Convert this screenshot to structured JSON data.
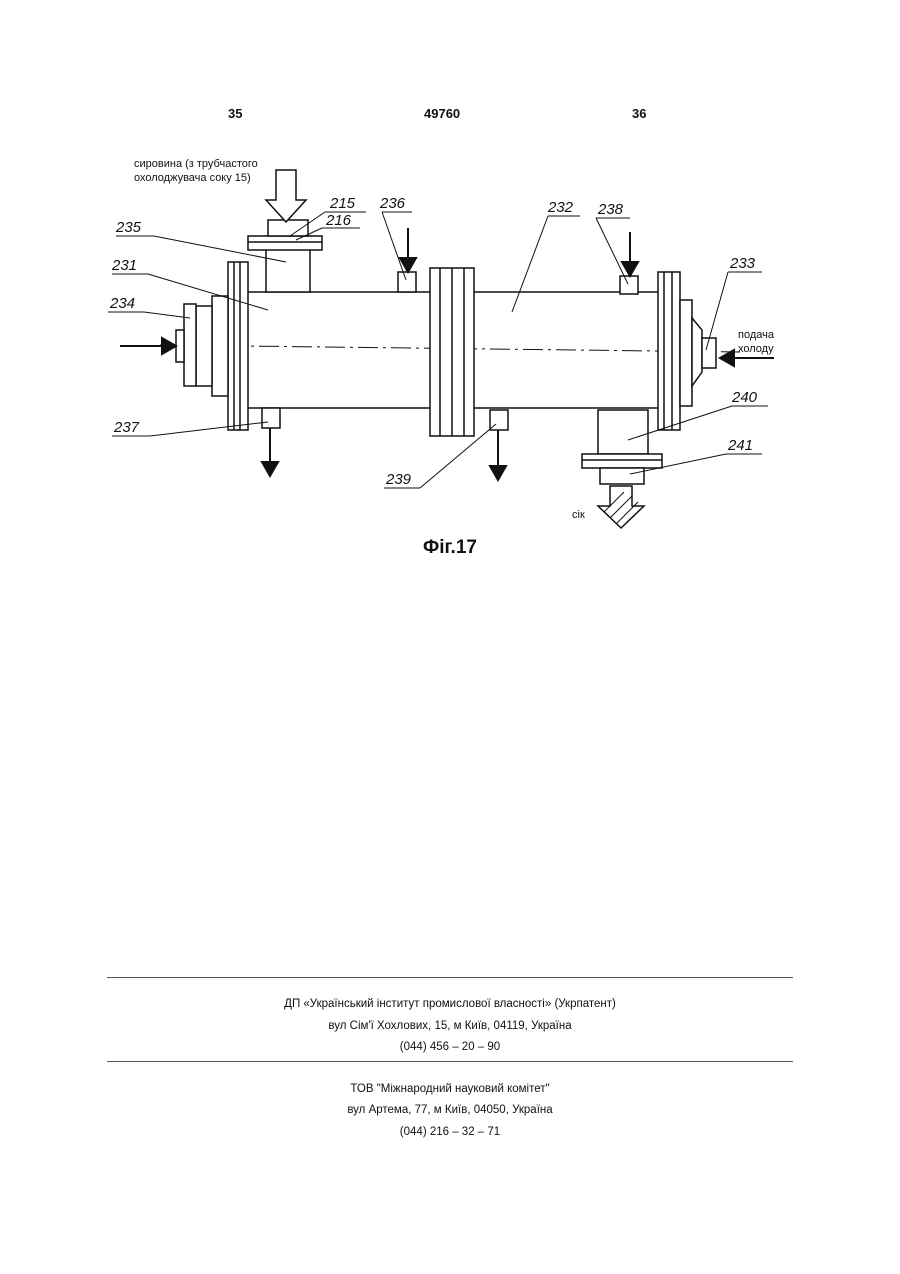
{
  "header": {
    "left_page": "35",
    "patent_number": "49760",
    "right_page": "36"
  },
  "figure": {
    "caption": "Фіг.17",
    "input_note_line1": "сировина (з трубчастого",
    "input_note_line2": "охолоджувача соку 15)",
    "cold_supply_line1": "подача",
    "cold_supply_line2": "холоду",
    "juice_label": "сік",
    "ref_labels": {
      "r215": "215",
      "r216": "216",
      "r236": "236",
      "r232": "232",
      "r238": "238",
      "r235": "235",
      "r233": "233",
      "r231": "231",
      "r234": "234",
      "r240": "240",
      "r237": "237",
      "r241": "241",
      "r239": "239"
    }
  },
  "footer": {
    "org1_name": "ДП «Український інститут промислової власності» (Укрпатент)",
    "org1_address": "вул  Сім'ї Хохлових, 15, м  Київ, 04119, Україна",
    "org1_phone": "(044) 456 – 20 –  90",
    "org2_name": "ТОВ \"Міжнародний науковий комітет\"",
    "org2_address": "вул  Артема, 77, м  Київ, 04050, Україна",
    "org2_phone": "(044) 216 – 32 – 71"
  }
}
